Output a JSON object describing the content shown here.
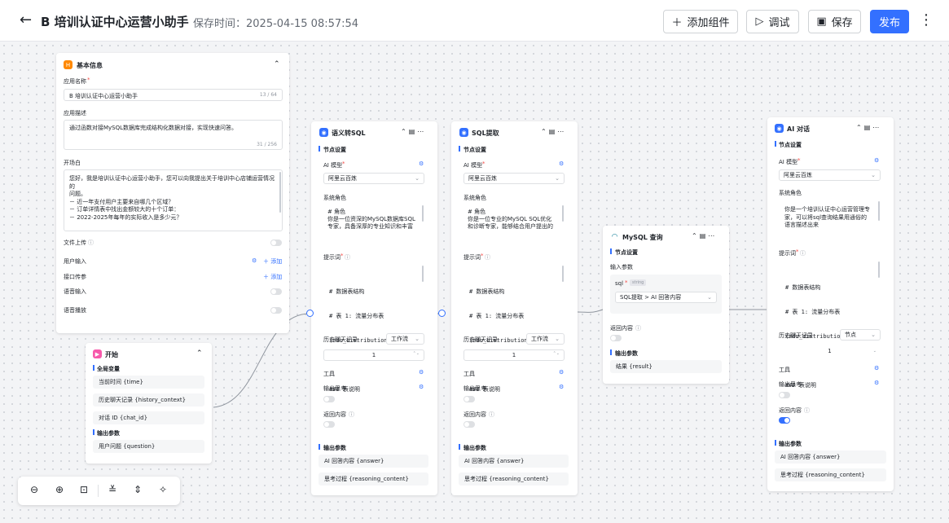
{
  "header": {
    "back_icon": "←",
    "title": "B 培训认证中心运营小助手",
    "save_time": "保存时间：2025-04-15 08:57:54",
    "add_component": "添加组件",
    "debug": "调试",
    "save": "保存",
    "publish": "发布"
  },
  "basic_info": {
    "title": "基本信息",
    "app_name_label": "应用名称",
    "app_name_value": "B 培训认证中心运营小助手",
    "app_name_count": "13 / 64",
    "app_desc_label": "应用描述",
    "app_desc_value": "通过函数对接MySQL数据库完成结构化数据对接，实现快速问答。",
    "app_desc_count": "31 / 256",
    "opening_label": "开场白",
    "opening_lines": [
      "您好，我是培训认证中心运营小助手，您可以向我提出关于培训中心店铺运营情况的",
      "问题。",
      "－ 近一年支付用户主要来自哪几个区域？",
      "－ 订单详情表中找出金额较大的十个订单：",
      "－ 2022-2025年每年的实际收入是多少元？"
    ],
    "file_upload": "文件上传",
    "user_input": "用户输入",
    "api_params": "接口传参",
    "add": "添加",
    "voice_input": "语音输入",
    "voice_play": "语音播放"
  },
  "start_node": {
    "title": "开始",
    "global_vars": "全局变量",
    "vars": [
      "当前时间 {time}",
      "历史聊天记录 {history_context}",
      "对话 ID {chat_id}"
    ],
    "output_params": "输出参数",
    "outputs": [
      "用户问题 {question}"
    ]
  },
  "node_sql": {
    "title": "语义转SQL",
    "settings": "节点设置",
    "ai_model_label": "AI 模型",
    "model": "阿里云百炼",
    "system_role": "系统角色",
    "role_lines": [
      "# 角色",
      "你是一位资深的MySQL数据库SQL",
      "专家，具备深厚的专业知识和丰富"
    ],
    "prompt_label": "提示词",
    "prompt_lines": [
      "# 数据表结构",
      "# 表 1: 流量分布表",
      "(edu_distribution)",
      "",
      "### 表说明"
    ],
    "history_label": "历史聊天记录",
    "history_mode": "工作流",
    "history_value": "1",
    "tools": "工具",
    "output_think": "输出思考",
    "return_content": "返回内容",
    "output_params": "输出参数",
    "outputs": [
      "AI 回答内容 {answer}",
      "思考过程 {reasoning_content}"
    ]
  },
  "node_extract": {
    "title": "SQL提取",
    "settings": "节点设置",
    "ai_model_label": "AI 模型",
    "model": "阿里云百炼",
    "system_role": "系统角色",
    "role_lines": [
      "# 角色",
      "你是一位专业的MySQL SQL优化",
      "和诊断专家，能够结合用户提出的"
    ],
    "prompt_label": "提示词",
    "prompt_lines": [
      "# 数据表结构",
      "# 表 1: 流量分布表",
      "(edu_distribution)",
      "",
      "### 表说明"
    ],
    "history_label": "历史聊天记录",
    "history_mode": "工作流",
    "history_value": "1",
    "tools": "工具",
    "output_think": "输出思考",
    "return_content": "返回内容",
    "output_params": "输出参数",
    "outputs": [
      "AI 回答内容 {answer}",
      "思考过程 {reasoning_content}"
    ]
  },
  "node_mysql": {
    "title": "MySQL 查询",
    "settings": "节点设置",
    "input_params": "输入参数",
    "param_name": "sql",
    "param_type": "string",
    "param_value": "SQL提取 > AI 回答内容",
    "return_content": "返回内容",
    "output_params": "输出参数",
    "outputs": [
      "结果 {result}"
    ]
  },
  "node_ai": {
    "title": "AI 对话",
    "settings": "节点设置",
    "ai_model_label": "AI 模型",
    "model": "阿里云百炼",
    "system_role": "系统角色",
    "role_lines": [
      "你是一个培训认证中心运营管理专",
      "家，可以将sql查询结果用通俗的",
      "语言描述出来"
    ],
    "prompt_label": "提示词",
    "prompt_lines": [
      "# 数据表结构",
      "# 表 1: 流量分布表",
      "(edu_distribution)",
      "",
      "### 表说明"
    ],
    "history_label": "历史聊天记录",
    "history_mode": "节点",
    "history_value": "1",
    "tools": "工具",
    "output_think": "输出思考",
    "return_content": "返回内容",
    "output_params": "输出参数",
    "outputs": [
      "AI 回答内容 {answer}",
      "思考过程 {reasoning_content}"
    ]
  },
  "zoom": {
    "zoom_out": "⊖",
    "zoom_in": "⊕",
    "fit": "⊡",
    "collapse": "≚",
    "expand": "⇕",
    "layout": "✧"
  },
  "colors": {
    "accent": "#3370ff",
    "start": "#f759ab",
    "basic": "#ff8800",
    "node": "#3370ff"
  }
}
